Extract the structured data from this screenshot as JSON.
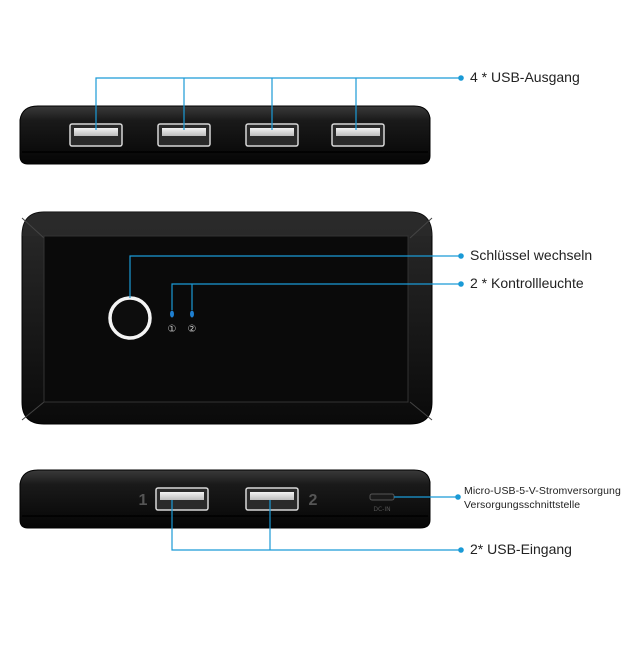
{
  "annotations": {
    "usb_output": "4 * USB-Ausgang",
    "switch_key": "Schlüssel wechseln",
    "indicator": "2 * Kontrollleuchte",
    "power_line1": "Micro-USB-5-V-Stromversorgung",
    "power_line2": "Versorgungsschnittstelle",
    "usb_input": "2* USB-Eingang"
  },
  "device": {
    "led_1": "①",
    "led_2": "②",
    "port_1": "1",
    "port_2": "2",
    "power_port": "DC-IN"
  },
  "colors": {
    "leader_line": "#1a9ad6",
    "body": "#111111",
    "led": "#1e7fd0"
  }
}
